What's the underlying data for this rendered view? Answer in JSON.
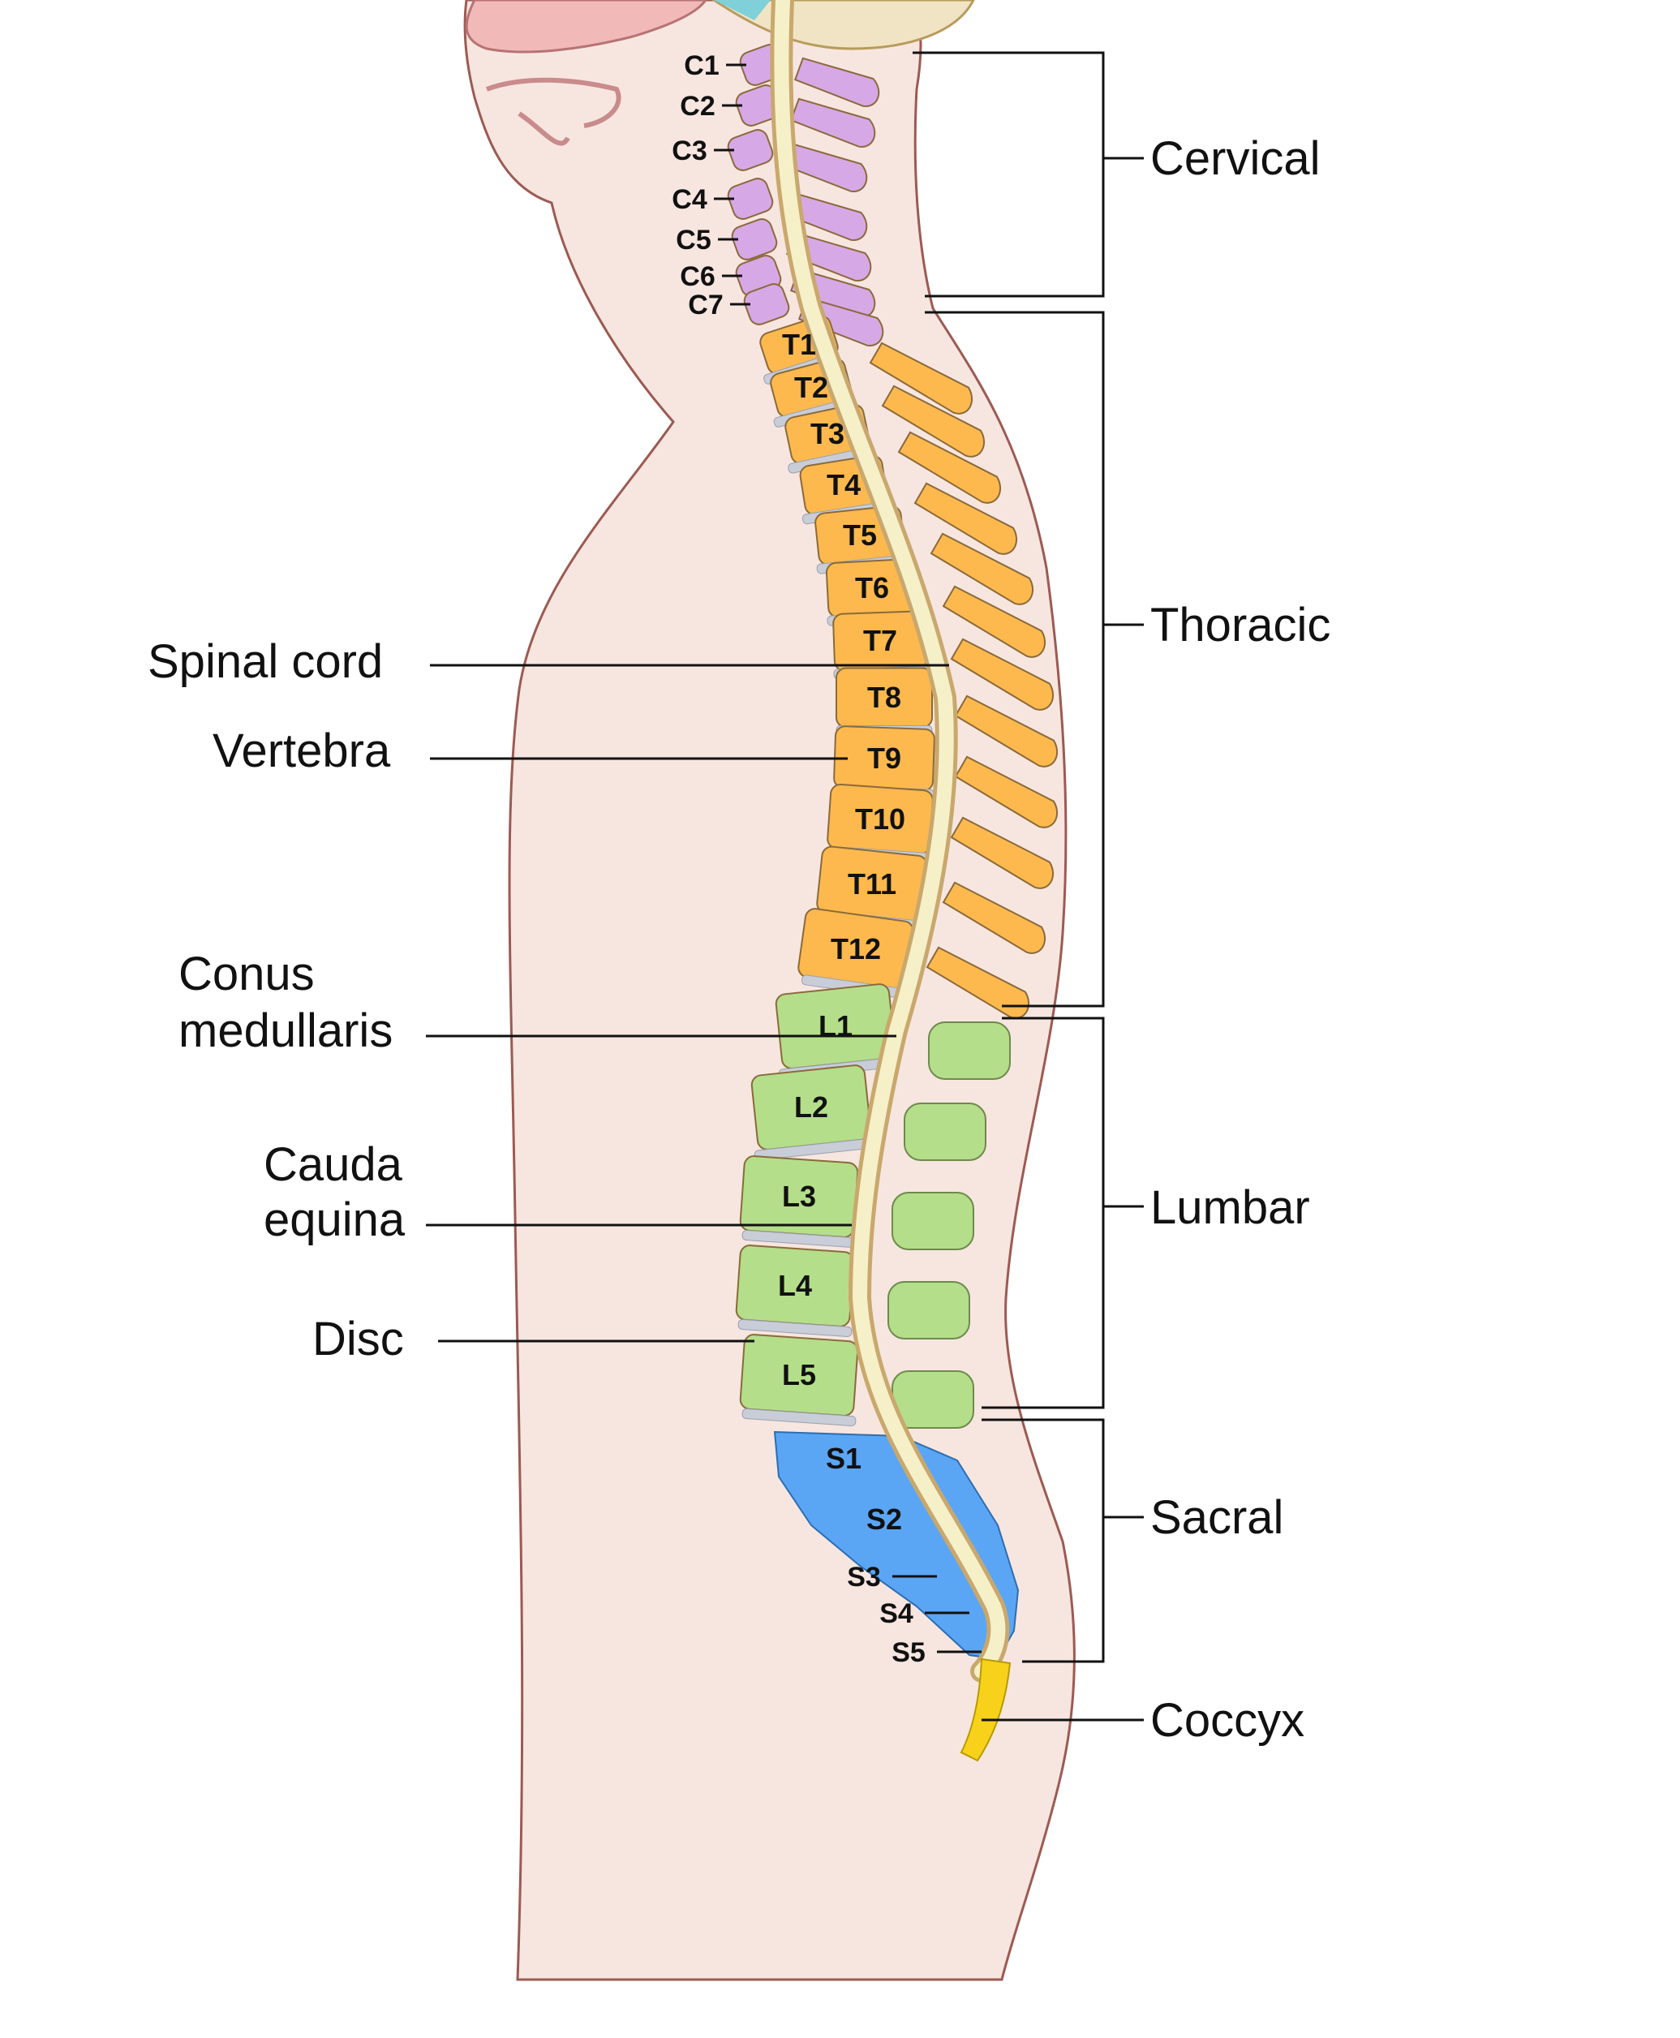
{
  "regions": {
    "cervical": "Cervical",
    "thoracic": "Thoracic",
    "lumbar": "Lumbar",
    "sacral": "Sacral",
    "coccyx": "Coccyx"
  },
  "structures": {
    "spinal_cord": "Spinal cord",
    "vertebra": "Vertebra",
    "conus_line1": "Conus",
    "conus_line2": "medullaris",
    "cauda_line1": "Cauda",
    "cauda_line2": "equina",
    "disc": "Disc"
  },
  "cervical_labels": [
    "C1",
    "C2",
    "C3",
    "C4",
    "C5",
    "C6",
    "C7"
  ],
  "thoracic_labels": [
    "T1",
    "T2",
    "T3",
    "T4",
    "T5",
    "T6",
    "T7",
    "T8",
    "T9",
    "T10",
    "T11",
    "T12"
  ],
  "lumbar_labels": [
    "L1",
    "L2",
    "L3",
    "L4",
    "L5"
  ],
  "sacral_labels": [
    "S1",
    "S2",
    "S3",
    "S4",
    "S5"
  ],
  "colors": {
    "skin": "#f7e6e0",
    "skin_outline": "#9c5a52",
    "cervical": "#d7a8e6",
    "thoracic": "#fdb94e",
    "lumbar": "#b4de8a",
    "sacral": "#5aa6f5",
    "coccyx": "#f8d21a",
    "disc": "#c9cdd8",
    "cord": "#f6f0c8"
  }
}
